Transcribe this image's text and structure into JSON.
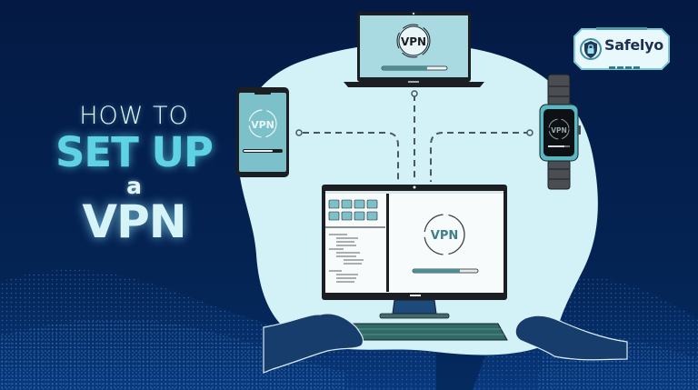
{
  "headline": {
    "line1": "HOW TO",
    "line2": "SET UP",
    "line3": "a",
    "line4": "VPN"
  },
  "brand": {
    "name": "Safelyo",
    "icon": "shield-lock-icon"
  },
  "devices": {
    "laptop": {
      "label": "VPN",
      "progress_pct": 70
    },
    "phone": {
      "label": "VPN",
      "progress_pct": 75
    },
    "watch": {
      "label": "VPN",
      "progress_pct": 75
    },
    "monitor": {
      "label": "VPN",
      "progress_pct": 72
    }
  },
  "colors": {
    "background": "#041a44",
    "blob": "#d3f2f8",
    "accent": "#5fd3e3",
    "screen": "#a9d9e1",
    "dark_outline": "#1b1f24",
    "progress_fill": "#4d8e96",
    "vpn_text": "#3f7f88"
  }
}
